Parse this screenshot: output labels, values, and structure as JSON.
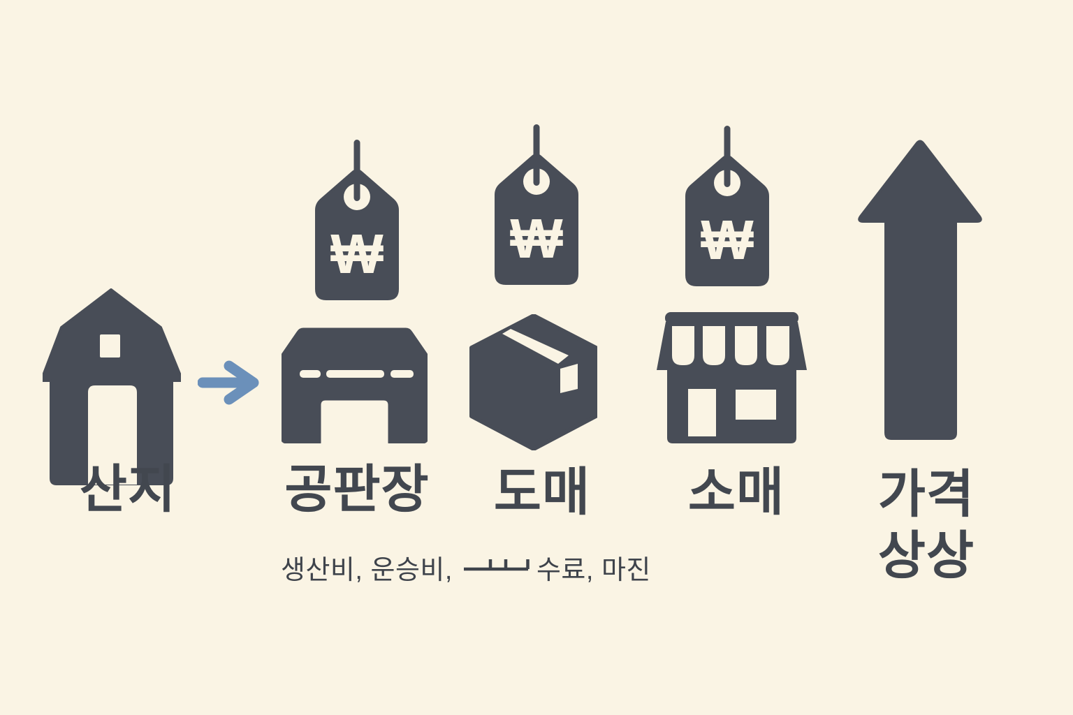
{
  "title_note": "",
  "palette": {
    "background": "#FAF4E4",
    "icon_dark": "#484D57",
    "label_text": "#42474F",
    "note_text": "#3E434B",
    "flow_arrow_blue": "#6B90BA",
    "cutout_cream": "#FAF4E4"
  },
  "stages": [
    {
      "id": "origin",
      "label": "산지",
      "icon": "barn-icon"
    },
    {
      "id": "public-market",
      "label": "공판장",
      "icon": "market-building-icon",
      "has_price_tag": true
    },
    {
      "id": "wholesale",
      "label": "도매",
      "icon": "package-box-icon",
      "has_price_tag": true
    },
    {
      "id": "retail",
      "label": "소매",
      "icon": "storefront-icon",
      "has_price_tag": true
    },
    {
      "id": "price-rise",
      "label_line1": "가격",
      "label_line2": "상상",
      "icon": "up-arrow-icon"
    }
  ],
  "price_tag": {
    "icon": "price-tag-icon",
    "currency_symbol": "₩"
  },
  "flow_arrow": {
    "icon": "right-arrow-icon"
  },
  "cost_note": {
    "left": "생산비, 운승비,",
    "right": "수료, 마진",
    "glyph": "dash-artifact-glyph"
  }
}
